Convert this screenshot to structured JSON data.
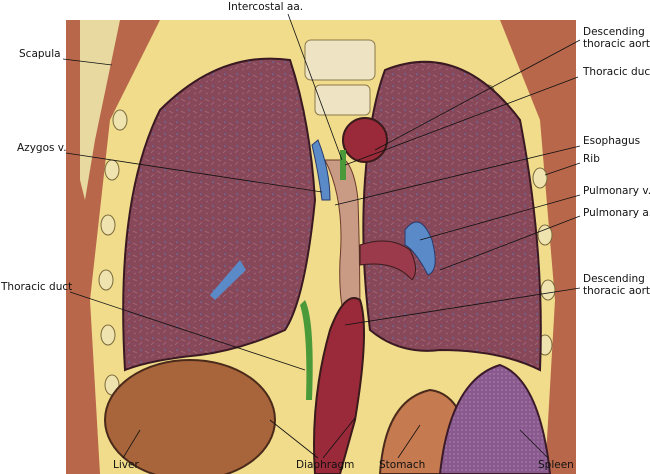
{
  "labels": {
    "intercostal": "Intercostal aa.",
    "scapula": "Scapula",
    "azygos": "Azygos v.",
    "thoracic_duct_left": "Thoracic duct",
    "liver": "Liver",
    "diaphragm": "Diaphragm",
    "stomach": "Stomach",
    "spleen": "Spleen",
    "desc_aorta_top_1": "Descending",
    "desc_aorta_top_2": "thoracic aorta",
    "thoracic_duct_right": "Thoracic duct",
    "esophagus": "Esophagus",
    "rib": "Rib",
    "pulmonary_v": "Pulmonary v.",
    "pulmonary_a": "Pulmonary a.",
    "desc_aorta_low_1": "Descending",
    "desc_aorta_low_2": "thoracic aorta"
  },
  "colors": {
    "lung": "#8a4a5a",
    "fat": "#f2dd8a",
    "muscle": "#b86a4a",
    "liver": "#a8643a",
    "spleen": "#8a5a8a",
    "vein": "#5a8ac8",
    "aorta": "#9a2a3a",
    "duct": "#4a9a3a"
  }
}
